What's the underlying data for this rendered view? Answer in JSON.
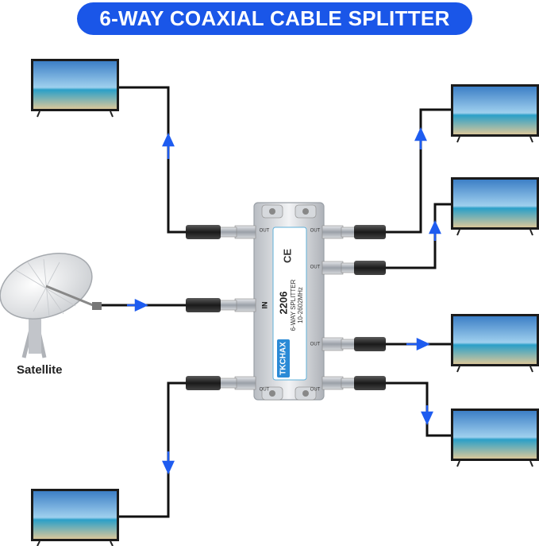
{
  "title": "6-WAY COAXIAL CABLE SPLITTER",
  "satellite_label": "Satellite",
  "splitter": {
    "brand": "TKCHAX",
    "model": "2206",
    "type": "6-WAY SPLITTER",
    "freq": "10-2602MHz",
    "ce_mark": "CE",
    "port_in": "IN",
    "port_out": "OUT"
  },
  "colors": {
    "title_bg": "#1a56e8",
    "arrow": "#1e5cf0",
    "cable": "#111111"
  }
}
